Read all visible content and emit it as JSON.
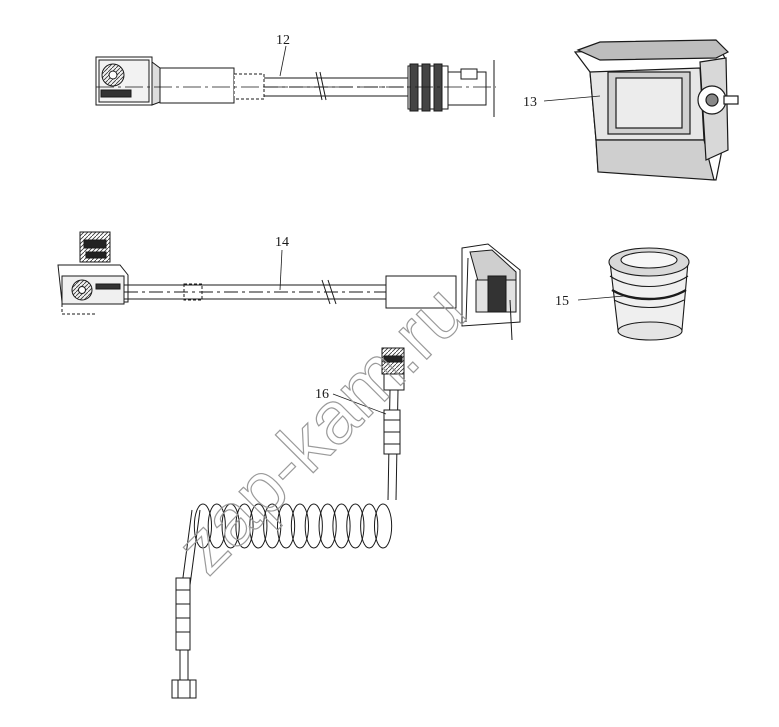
{
  "callouts": {
    "p12": "12",
    "p13": "13",
    "p14": "14",
    "p15": "15",
    "p16": "16"
  },
  "watermark": "zap-kam.ru",
  "colors": {
    "line": "#1a1a1a",
    "shade": "#555555",
    "watermark": "#9a9a9a"
  }
}
